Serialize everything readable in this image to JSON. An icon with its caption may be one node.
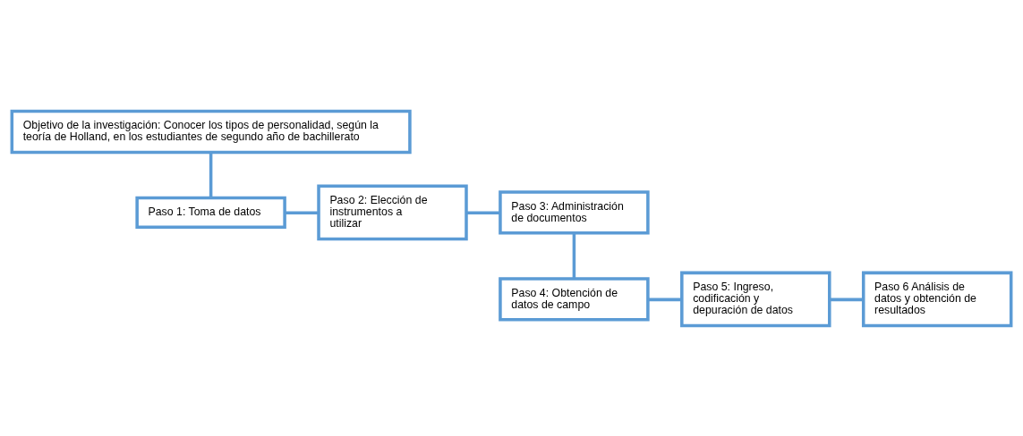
{
  "diagram": {
    "nodes": [
      {
        "text": [
          "Objetivo de la investigación: Conocer los tipos de personalidad, según la teoría de Holland, en los estudiantes de segundo año de bachillerato"
        ]
      },
      {
        "text": [
          "Paso 1: Toma de datos"
        ]
      },
      {
        "text": [
          "Paso 2: Elección de instrumentos a utilizar"
        ]
      },
      {
        "text": [
          "Paso 3: Administración de documentos"
        ]
      },
      {
        "text": [
          "Paso 4: Obtención de datos de campo"
        ]
      },
      {
        "text": [
          "Paso 5: Ingreso, codificación y depuración de datos"
        ]
      },
      {
        "text": [
          "Paso 6 Análisis de datos y obtención de resultados"
        ]
      }
    ],
    "edges": [
      {
        "from": 0,
        "to": 1,
        "arrow": "none"
      },
      {
        "from": 1,
        "to": 2,
        "arrow": "none"
      },
      {
        "from": 2,
        "to": 3,
        "arrow": "none"
      },
      {
        "from": 3,
        "to": 4,
        "arrow": "none"
      },
      {
        "from": 4,
        "to": 5,
        "arrow": "none"
      },
      {
        "from": 5,
        "to": 6,
        "arrow": "none"
      }
    ]
  }
}
